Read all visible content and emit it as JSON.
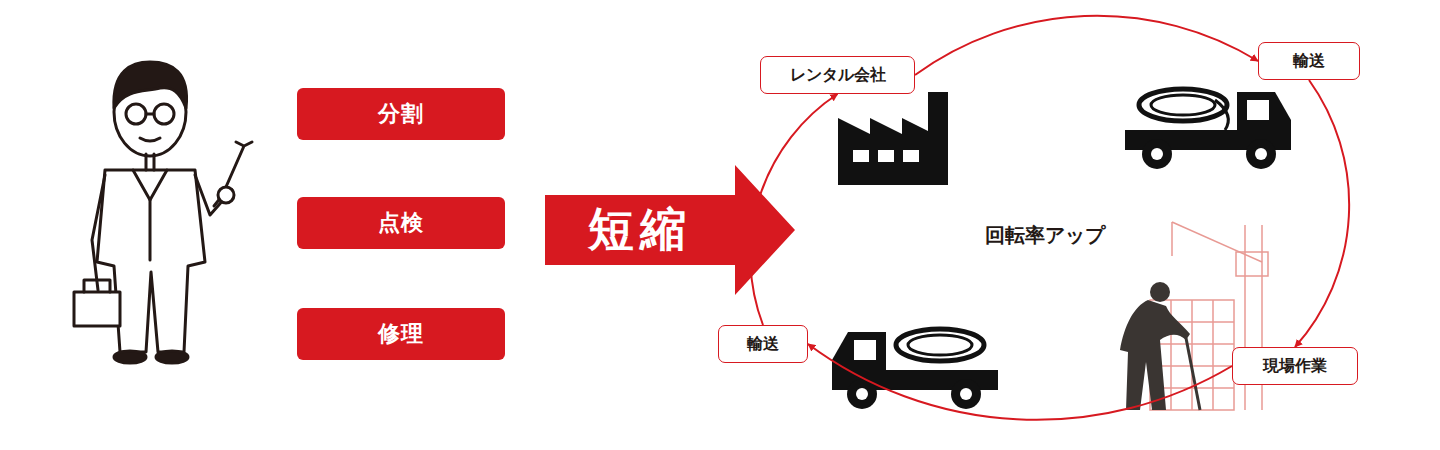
{
  "diagram": {
    "nodes": [
      {
        "text": [
          "分割"
        ]
      },
      {
        "text": [
          "点検"
        ]
      },
      {
        "text": [
          "修理"
        ]
      },
      {
        "text": [
          "短縮"
        ]
      },
      {
        "text": [
          "レンタル会社"
        ]
      },
      {
        "text": [
          "輸送"
        ]
      },
      {
        "text": [
          "現場作業"
        ]
      },
      {
        "text": [
          "輸送"
        ]
      }
    ],
    "edges": [
      {
        "from": 4,
        "to": 5,
        "arrow": "to"
      },
      {
        "from": 5,
        "to": 6,
        "arrow": "to"
      },
      {
        "from": 6,
        "to": 7,
        "arrow": "to"
      },
      {
        "from": 7,
        "to": 4,
        "arrow": "to"
      }
    ],
    "labels": [
      "回転率アップ"
    ]
  }
}
